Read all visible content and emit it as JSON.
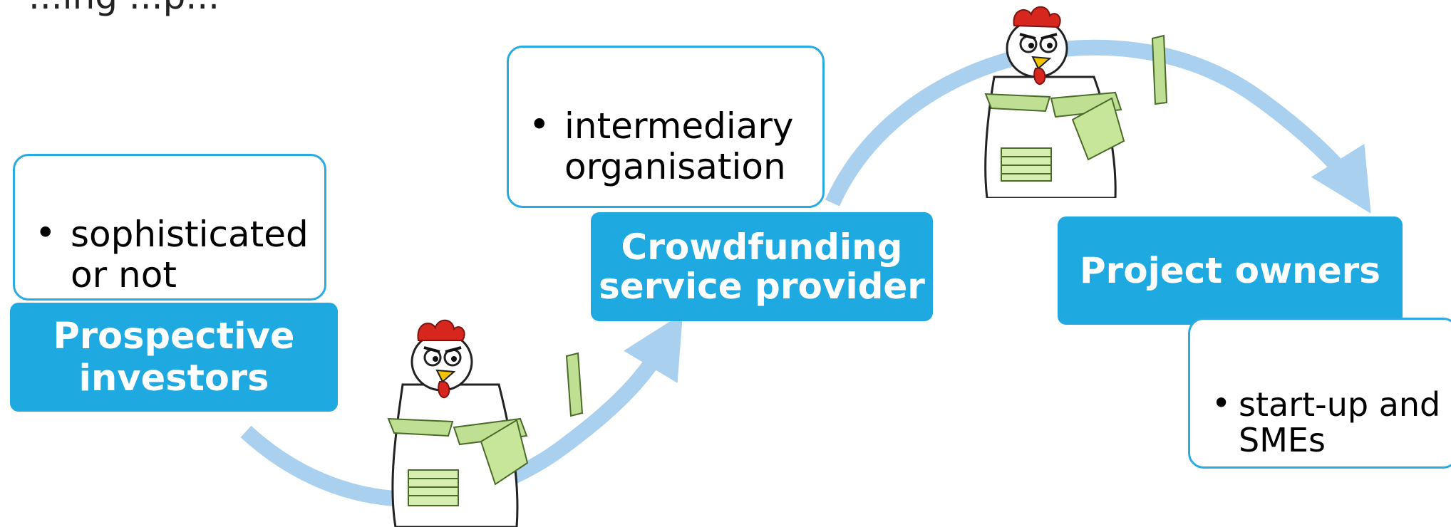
{
  "slide": {
    "top_fragment": "...ing  ...p..."
  },
  "stages": [
    {
      "title": "Prospective investors",
      "title_lines": [
        "Prospective",
        "investors"
      ],
      "note_lines": [
        "sophisticated",
        "or not"
      ]
    },
    {
      "title": "Crowdfunding service provider",
      "title_lines": [
        "Crowdfunding",
        "service provider"
      ],
      "note_lines": [
        "intermediary",
        "organisation"
      ]
    },
    {
      "title": "Project owners",
      "title_lines": [
        "Project owners"
      ],
      "note_lines": [
        "start-up and",
        "SMEs"
      ]
    }
  ],
  "colors": {
    "node_fill": "#1fa9e1",
    "note_border": "#29abe2",
    "arrow": "#a9d0ef",
    "node_text": "#ffffff"
  },
  "illustrations": [
    "cartoon-chicken-holding-money",
    "cartoon-chicken-holding-money"
  ]
}
